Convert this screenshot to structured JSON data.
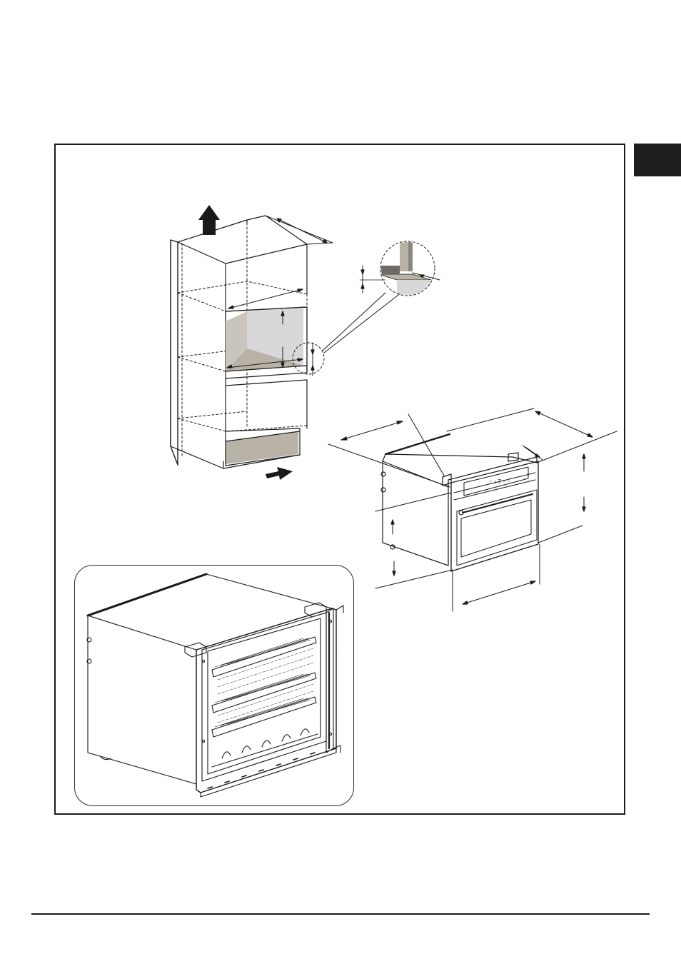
{
  "page": {
    "has_text": false
  },
  "figure": {
    "panels": [
      "cabinet-niche-drawing",
      "appliance-dimension-drawing",
      "appliance-interior-view"
    ]
  },
  "colors": {
    "line": "#1a1a1a",
    "tab": "#1f1f1f",
    "niche_back": "#c9c5be",
    "niche_floor": "#b9b2a6",
    "niche_side": "#d8d8da",
    "white": "#ffffff"
  },
  "icons": {
    "vent_arrow_up": "arrow-up-icon",
    "vent_arrow_in": "arrow-right-icon",
    "detail_magnifier": "circle-detail-icon"
  }
}
